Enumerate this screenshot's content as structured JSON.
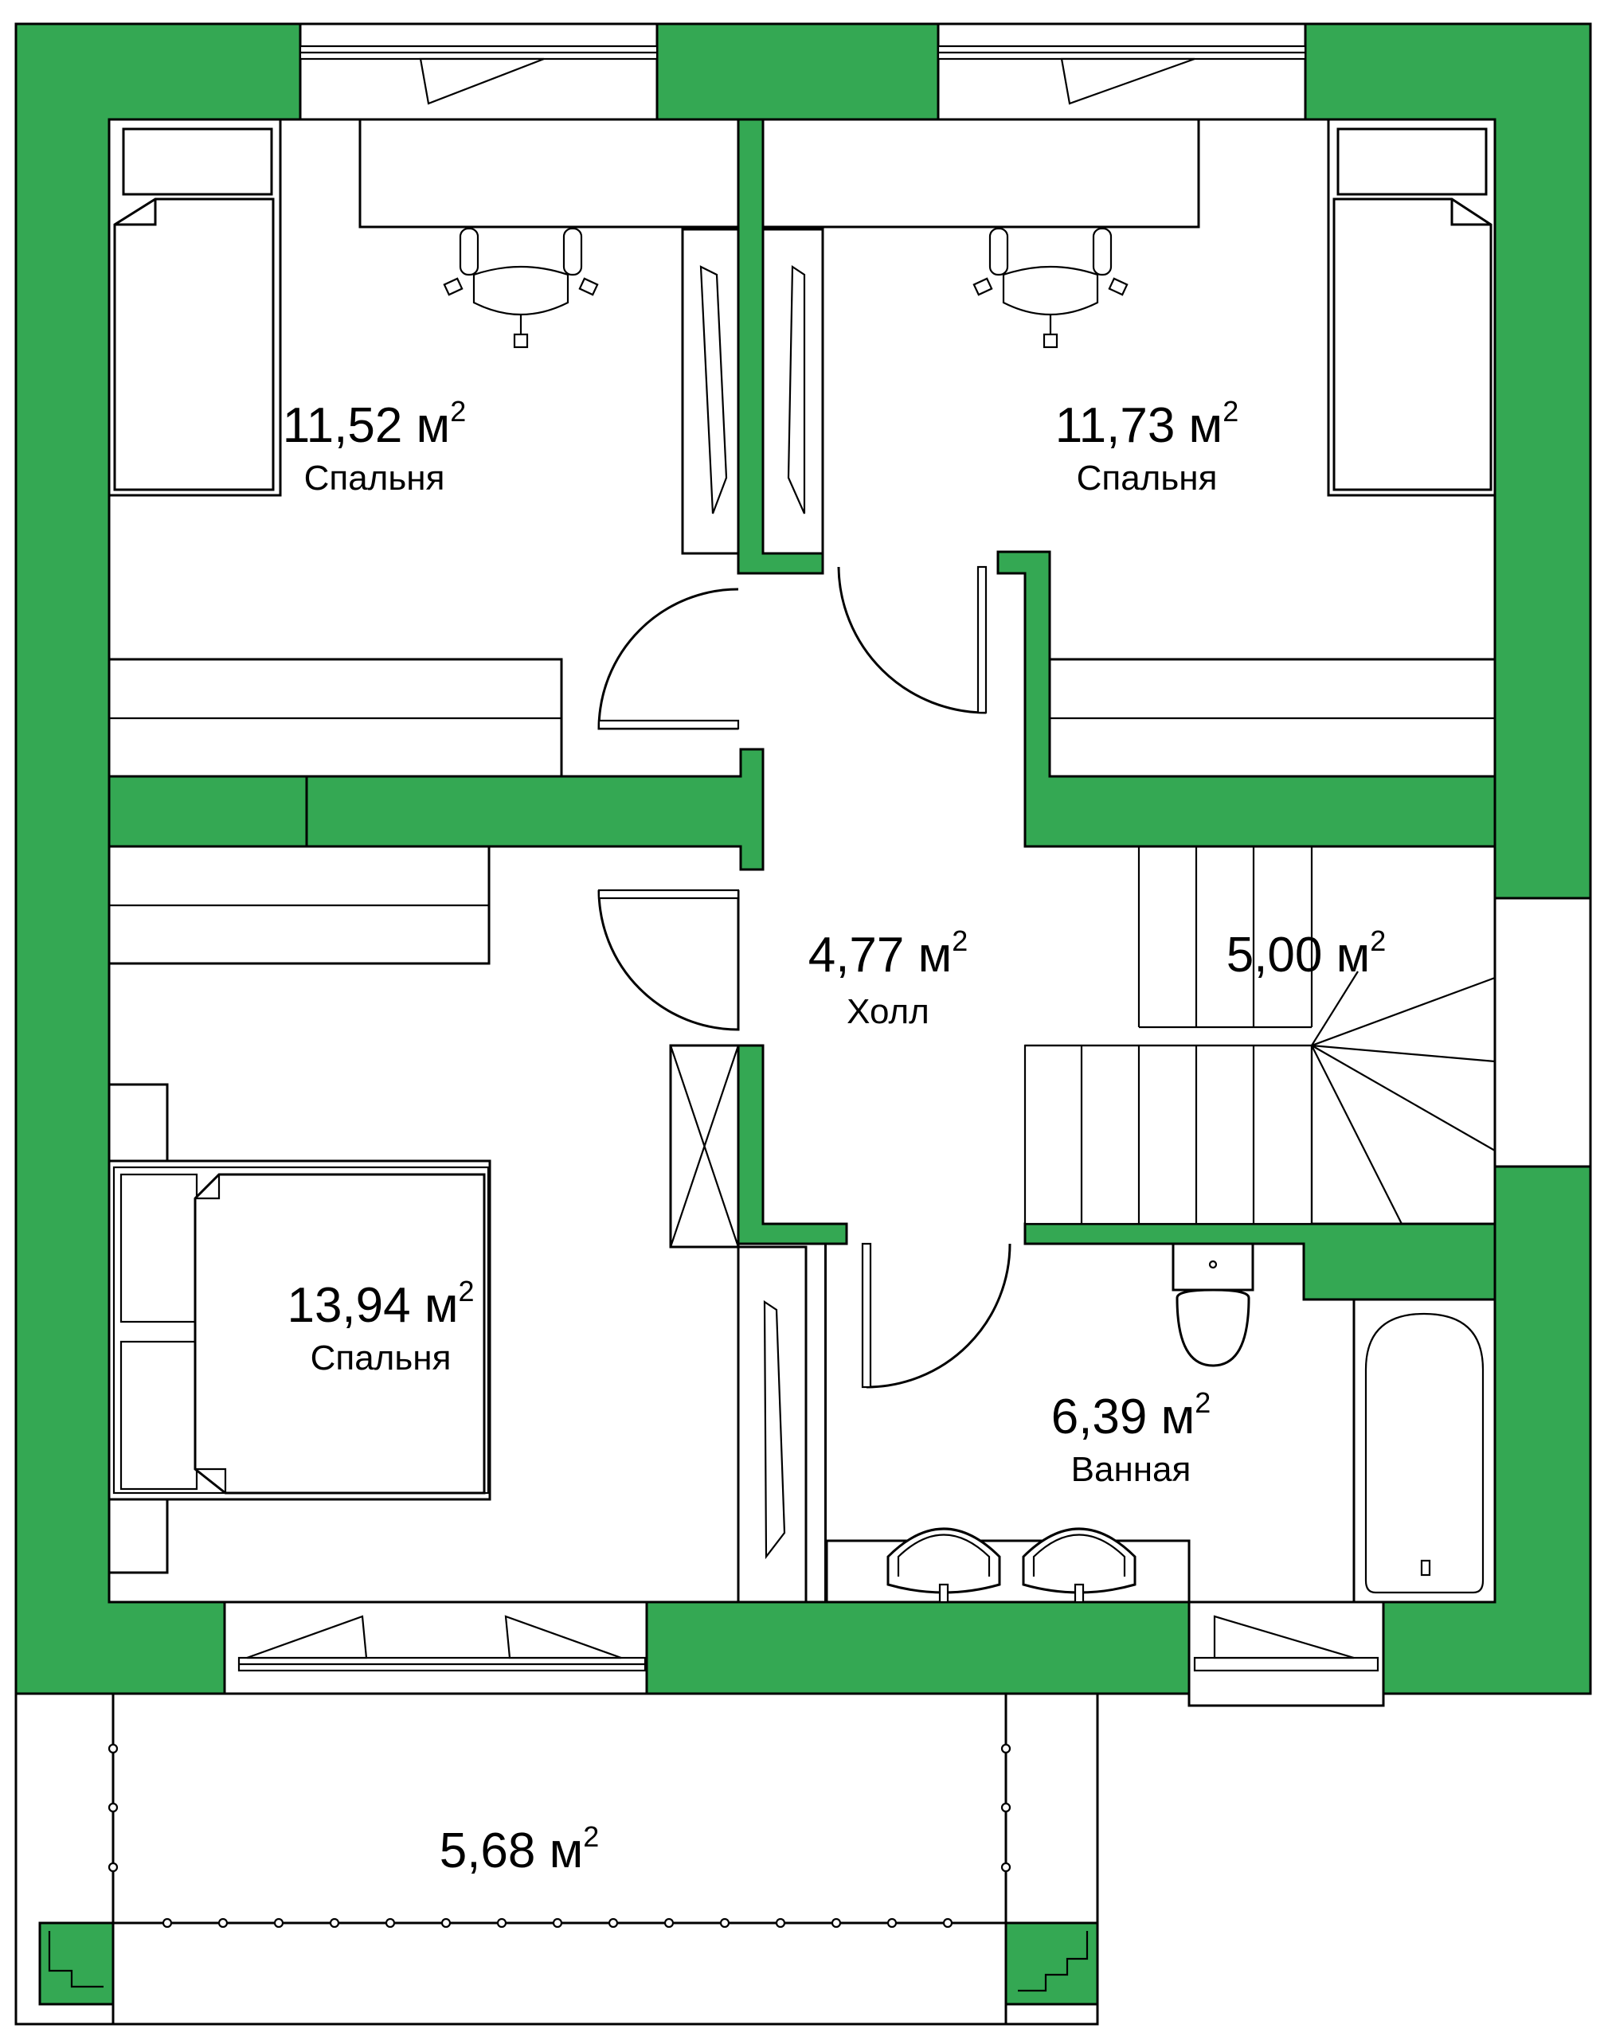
{
  "colors": {
    "wall": "#34a853",
    "line": "#000000",
    "floor": "#ffffff"
  },
  "rooms": [
    {
      "id": "bedroom-nw",
      "area": "11,52 м",
      "name": "Спальня"
    },
    {
      "id": "bedroom-ne",
      "area": "11,73 м",
      "name": "Спальня"
    },
    {
      "id": "hall",
      "area": "4,77 м",
      "name": "Холл"
    },
    {
      "id": "stairs",
      "area": "5,00 м",
      "name": ""
    },
    {
      "id": "bedroom-sw",
      "area": "13,94 м",
      "name": "Спальня"
    },
    {
      "id": "bathroom",
      "area": "6,39 м",
      "name": "Ванная"
    },
    {
      "id": "balcony",
      "area": "5,68 м",
      "name": ""
    }
  ],
  "unit_exponent": "2"
}
